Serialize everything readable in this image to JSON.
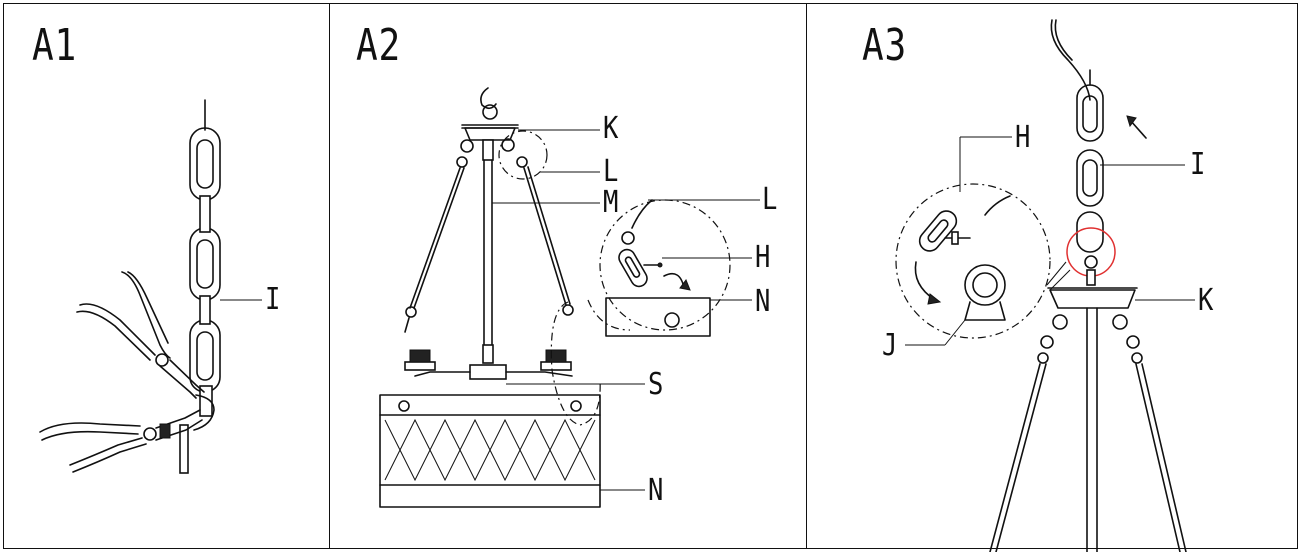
{
  "panels": [
    {
      "id": "A1",
      "title": "A1",
      "labels": {
        "I": "I"
      }
    },
    {
      "id": "A2",
      "title": "A2",
      "labels": {
        "K": "K",
        "L1": "L",
        "M": "M",
        "L2": "L",
        "H": "H",
        "N1": "N",
        "S": "S",
        "N2": "N"
      }
    },
    {
      "id": "A3",
      "title": "A3",
      "labels": {
        "H": "H",
        "I": "I",
        "K": "K",
        "J": "J"
      }
    }
  ],
  "colors": {
    "line": "#111111",
    "highlight_circle": "#e03030",
    "background": "#ffffff"
  }
}
